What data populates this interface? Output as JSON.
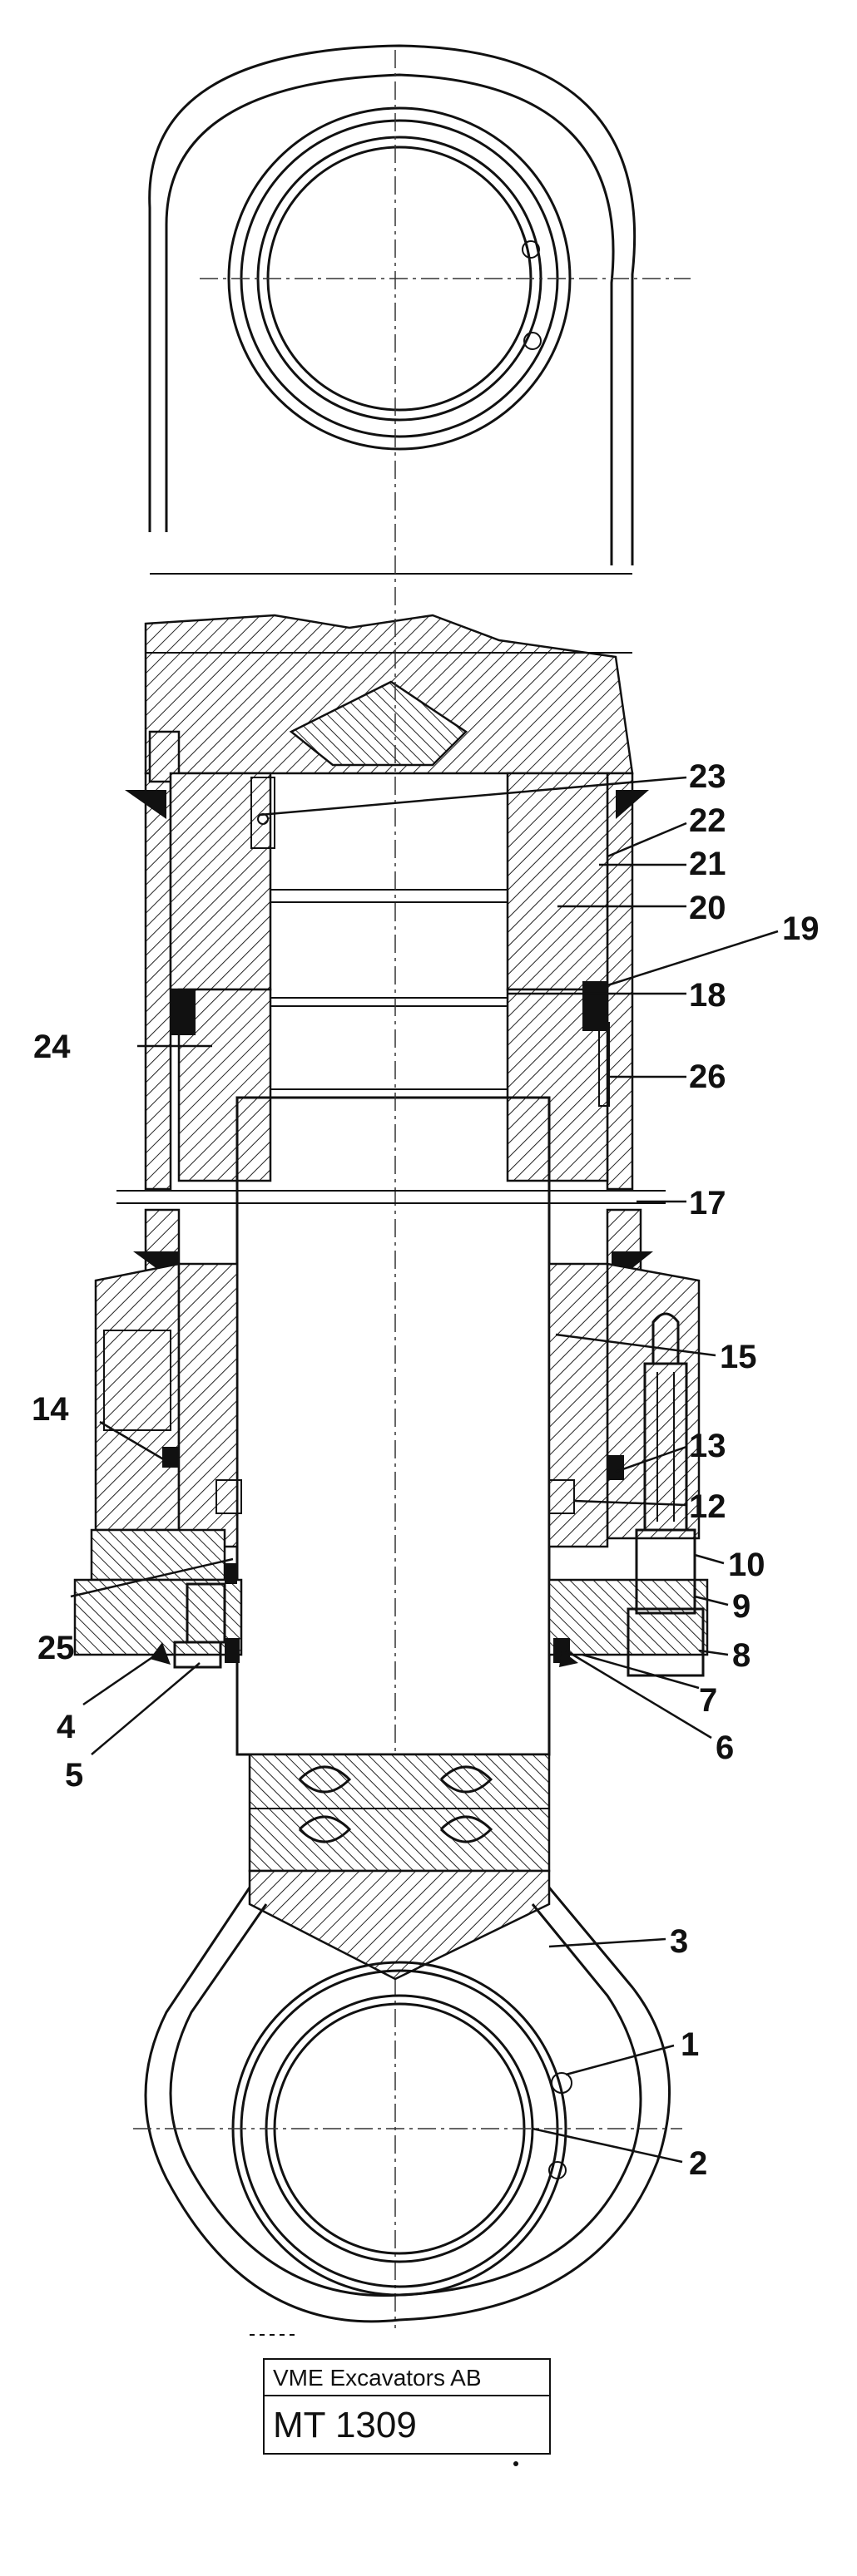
{
  "callouts": {
    "c1": "1",
    "c2": "2",
    "c3": "3",
    "c4": "4",
    "c5": "5",
    "c6": "6",
    "c7": "7",
    "c8": "8",
    "c9": "9",
    "c10": "10",
    "c12": "12",
    "c13": "13",
    "c14": "14",
    "c15": "15",
    "c17": "17",
    "c18": "18",
    "c19": "19",
    "c20": "20",
    "c21": "21",
    "c22": "22",
    "c23": "23",
    "c24": "24",
    "c25": "25",
    "c26": "26"
  },
  "title_block": {
    "company": "VME Excavators AB",
    "drawing_code": "MT 1309"
  }
}
